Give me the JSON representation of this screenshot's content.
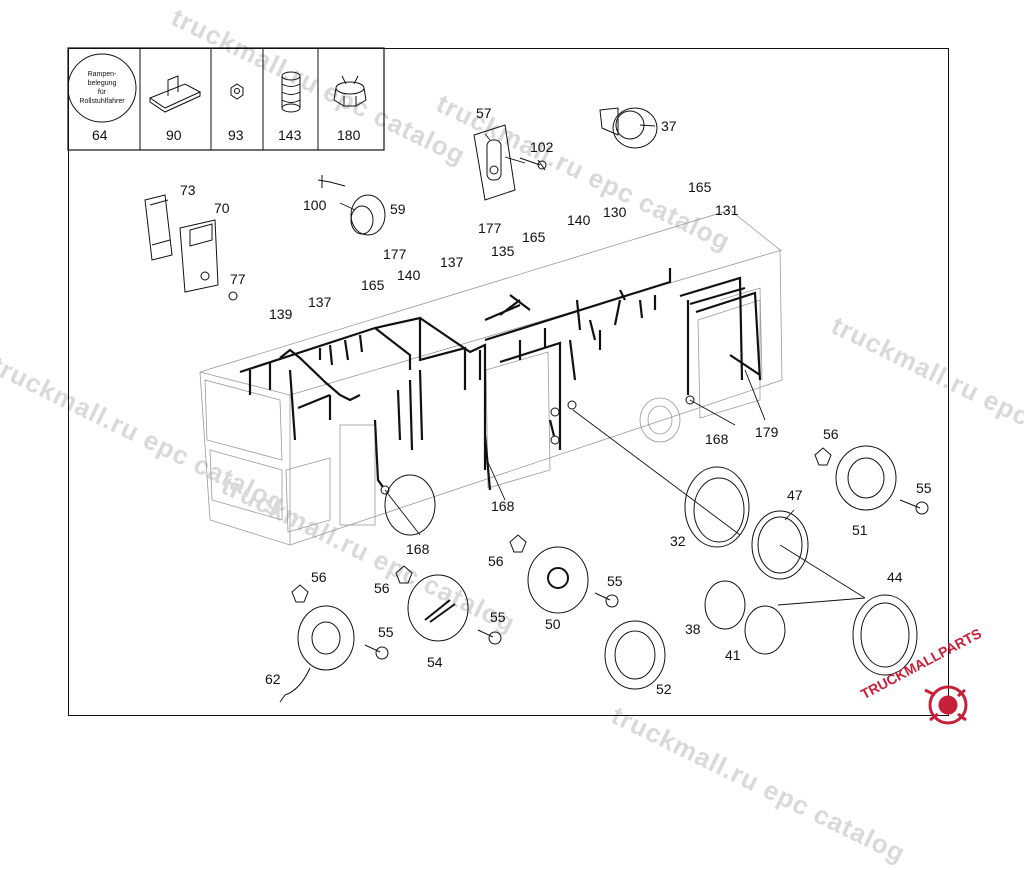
{
  "watermark": {
    "text": "truckmall.ru epc catalog",
    "brand": "TRUCKMALLPARTS",
    "brand_color": "#c8203a"
  },
  "legend": {
    "sign_text": [
      "Rampen-",
      "belegung",
      "für",
      "Rollstuhlfahrer"
    ],
    "cells": [
      {
        "part": "64",
        "icon": "round-sign-icon"
      },
      {
        "part": "90",
        "icon": "bracket-icon"
      },
      {
        "part": "93",
        "icon": "nut-icon"
      },
      {
        "part": "143",
        "icon": "spacer-icon"
      },
      {
        "part": "180",
        "icon": "clip-icon"
      }
    ]
  },
  "callouts": [
    "57",
    "102",
    "37",
    "73",
    "70",
    "100",
    "59",
    "77",
    "165",
    "131",
    "177",
    "135",
    "165",
    "140",
    "130",
    "139",
    "137",
    "165",
    "177",
    "140",
    "137",
    "168",
    "179",
    "56",
    "55",
    "51",
    "47",
    "168",
    "32",
    "168",
    "44",
    "56",
    "56",
    "55",
    "50",
    "38",
    "41",
    "56",
    "55",
    "54",
    "62",
    "55",
    "52",
    "55"
  ]
}
